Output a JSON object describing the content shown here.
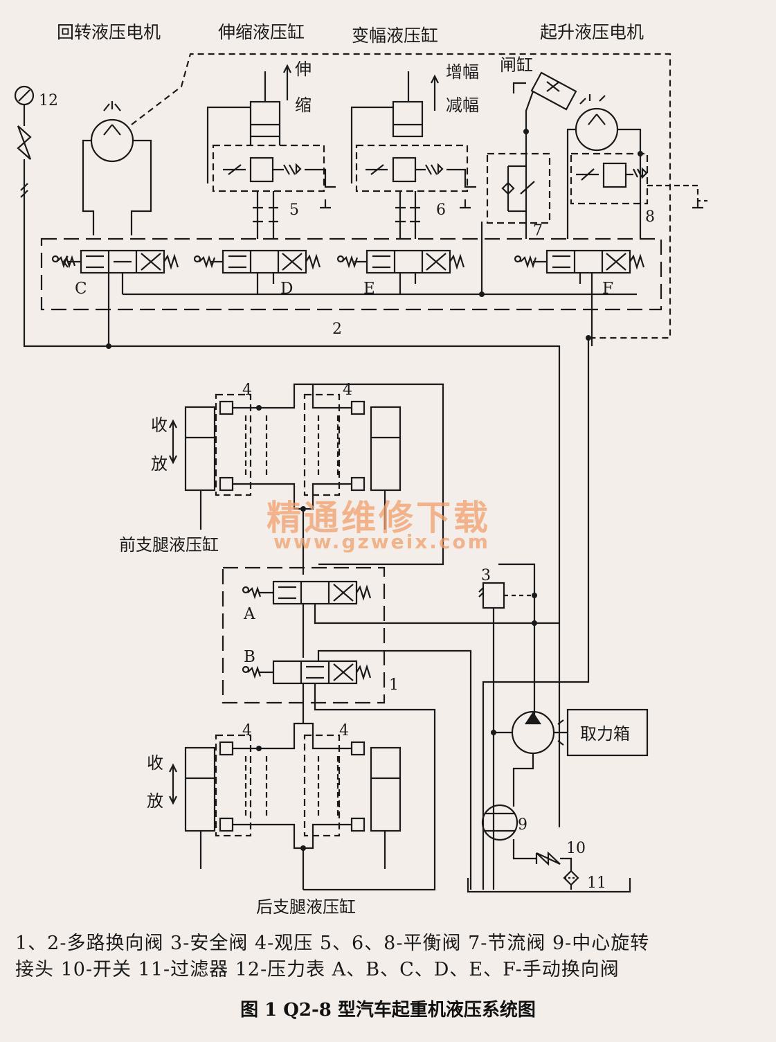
{
  "labels": {
    "rotary_motor": "回转液压电机",
    "telescopic_cylinder": "伸缩液压缸",
    "luffing_cylinder": "变幅液压缸",
    "hoist_motor": "起升液压电机",
    "extend": "伸",
    "retract": "缩",
    "luff_up": "增幅",
    "luff_down": "减幅",
    "brake_cylinder": "闸缸",
    "front_outrigger": "前支腿液压缸",
    "rear_outrigger": "后支腿液压缸",
    "pto": "取力箱",
    "stow": "收",
    "deploy": "放"
  },
  "component_numbers": {
    "n1": "1",
    "n2": "2",
    "n3": "3",
    "n4": "4",
    "n5": "5",
    "n6": "6",
    "n7": "7",
    "n8": "8",
    "n9": "9",
    "n10": "10",
    "n11": "11",
    "n12": "12"
  },
  "valve_letters": {
    "A": "A",
    "B": "B",
    "C": "C",
    "D": "D",
    "E": "E",
    "F": "F"
  },
  "watermark": {
    "cn": "精通维修下载",
    "url": "www.gzweix.com"
  },
  "legend": {
    "line1": "1、2-多路换向阀  3-安全阀  4-观压  5、6、8-平衡阀  7-节流阀  9-中心旋转",
    "line2": "接头 10-开关  11-过滤器  12-压力表  A、B、C、D、E、F-手动换向阀"
  },
  "figure_title": "图 1  Q2-8 型汽车起重机液压系统图"
}
